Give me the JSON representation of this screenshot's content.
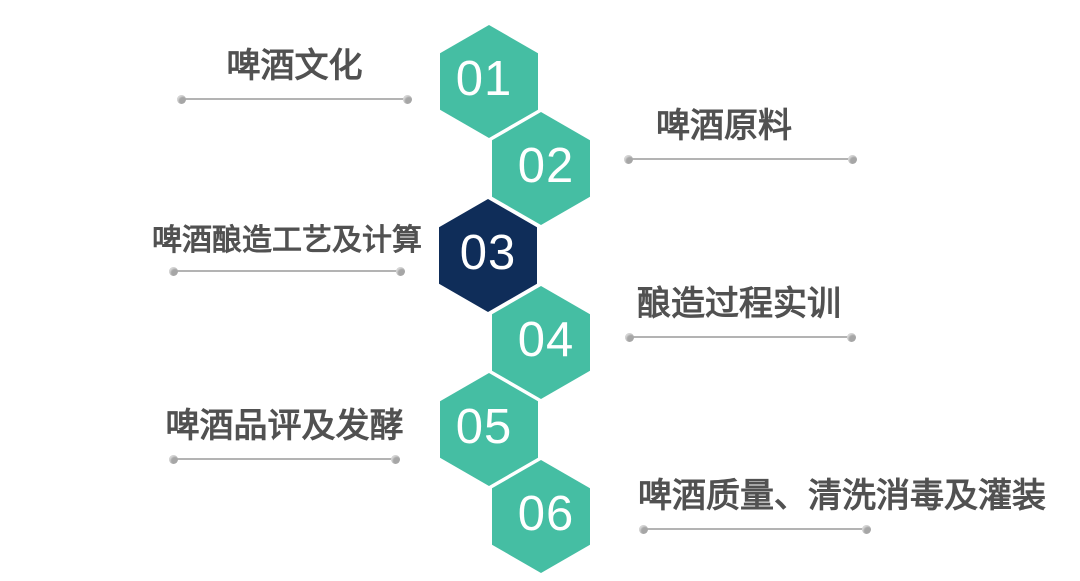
{
  "diagram": {
    "type": "hexagon-process-steps",
    "background": "#ffffff",
    "colors": {
      "hexagon_teal": "#45BEA3",
      "hexagon_navy": "#0F2D59",
      "number_text": "#FFFFFF",
      "label_text": "#515151",
      "rule_line": "#B3B3B3",
      "rule_dot": "#A6A6A6"
    },
    "steps": [
      {
        "number": "01",
        "label": "啤酒文化",
        "side": "left",
        "color": "teal"
      },
      {
        "number": "02",
        "label": "啤酒原料",
        "side": "right",
        "color": "teal"
      },
      {
        "number": "03",
        "label": "啤酒酿造工艺及计算",
        "side": "left",
        "color": "navy"
      },
      {
        "number": "04",
        "label": "酿造过程实训",
        "side": "right",
        "color": "teal"
      },
      {
        "number": "05",
        "label": "啤酒品评及发酵",
        "side": "left",
        "color": "teal"
      },
      {
        "number": "06",
        "label": "啤酒质量、清洗消毒及灌装",
        "side": "right",
        "color": "teal"
      }
    ]
  }
}
